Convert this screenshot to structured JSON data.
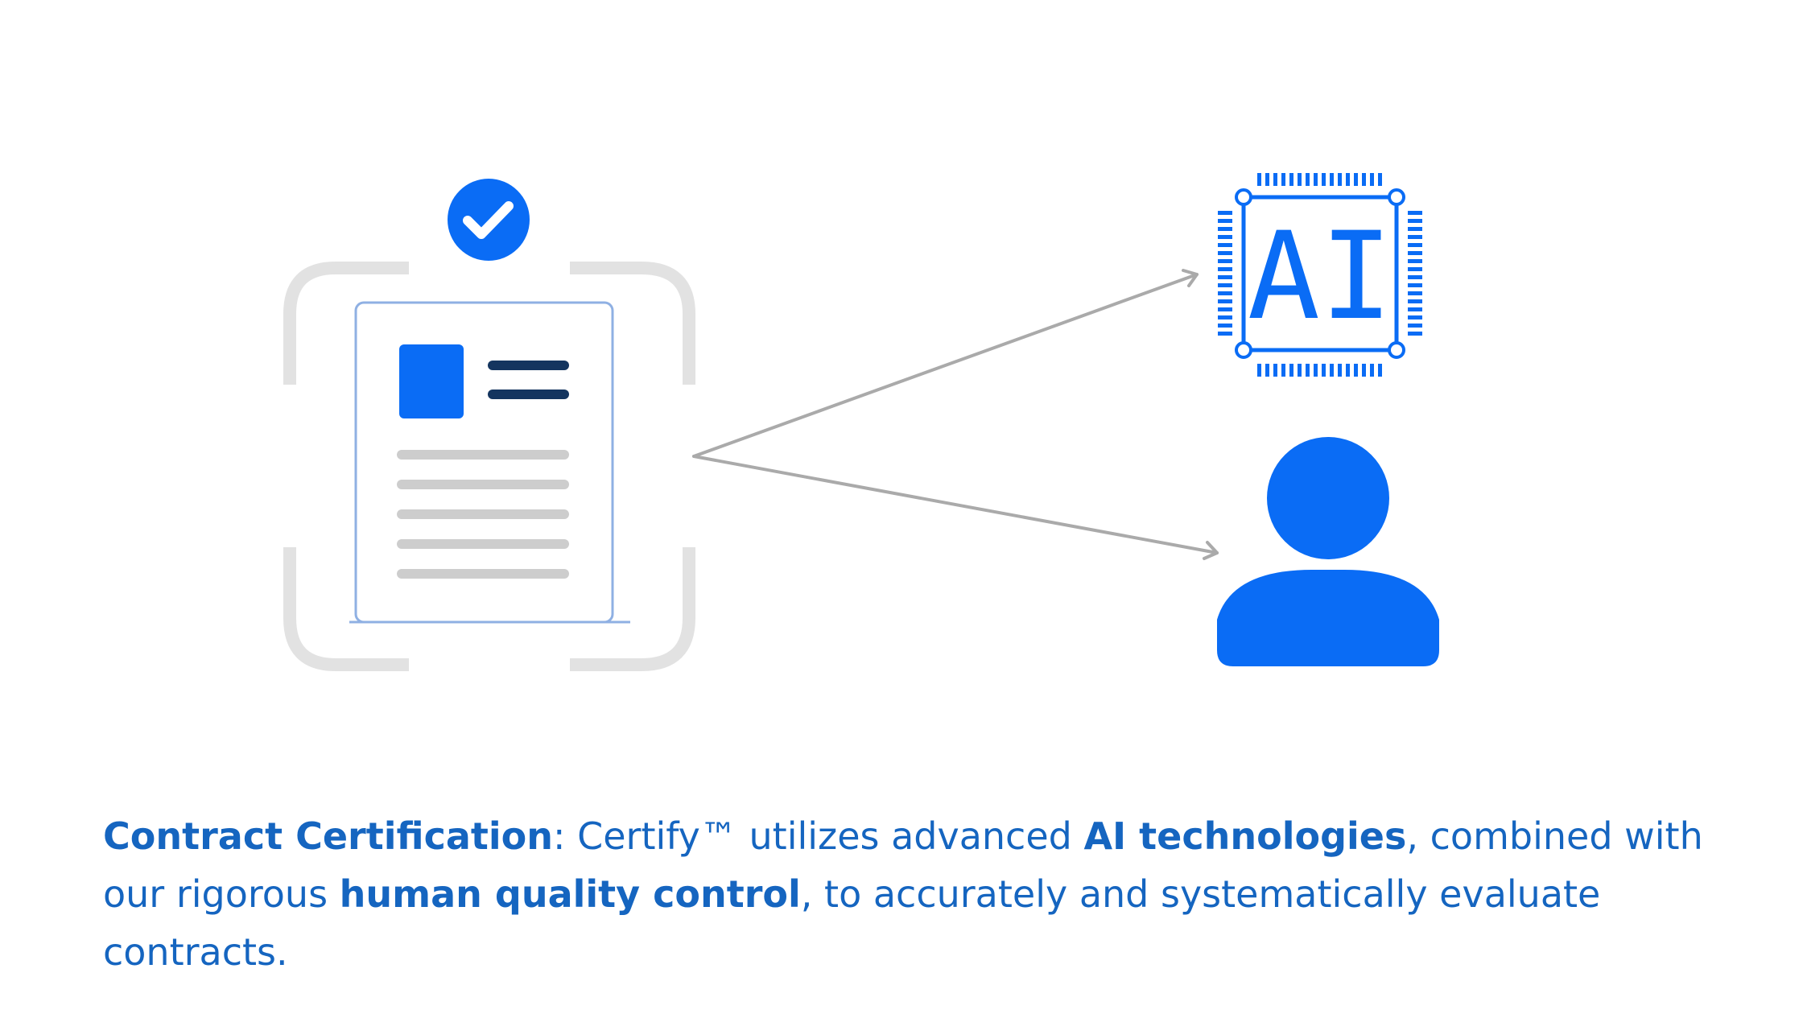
{
  "colors": {
    "primary_blue": "#0a6cf5",
    "navy": "#14355f",
    "frame_gray": "#e2e2e2",
    "line_gray": "#cdcdcd",
    "arrow_gray": "#aaaaaa",
    "text_blue": "#1565c0"
  },
  "icons": {
    "document": "contract-document-icon",
    "check": "checkmark-badge-icon",
    "chip": "ai-chip-icon",
    "person": "person-icon"
  },
  "chip": {
    "label": "AI"
  },
  "caption": {
    "term": "Contract Certification",
    "part1": ": Certify™ utilizes advanced ",
    "highlight1": "AI technologies",
    "part2": ", combined with our rigorous ",
    "highlight2": "human quality control",
    "part3": ", to accurately and systematically evaluate contracts."
  }
}
